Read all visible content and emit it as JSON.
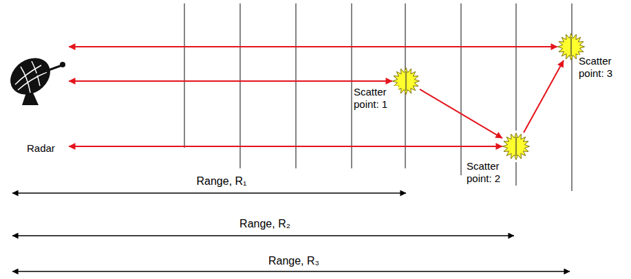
{
  "diagram": {
    "nodes": [
      {
        "text": [
          "Radar"
        ]
      },
      {
        "text": [
          "Scatter point: 1"
        ]
      },
      {
        "text": [
          "Scatter point: 2"
        ]
      },
      {
        "text": [
          "Scatter point: 3"
        ]
      }
    ],
    "edges": [
      {
        "from": 0,
        "to": 3,
        "arrow": "both"
      },
      {
        "from": 0,
        "to": 1,
        "arrow": "both"
      },
      {
        "from": 0,
        "to": 2,
        "arrow": "both"
      },
      {
        "from": 1,
        "to": 2,
        "arrow": "to"
      },
      {
        "from": 2,
        "to": 3,
        "arrow": "to"
      }
    ],
    "labels": [
      "Range, R₁",
      "Range, R₂",
      "Range, R₃"
    ]
  }
}
